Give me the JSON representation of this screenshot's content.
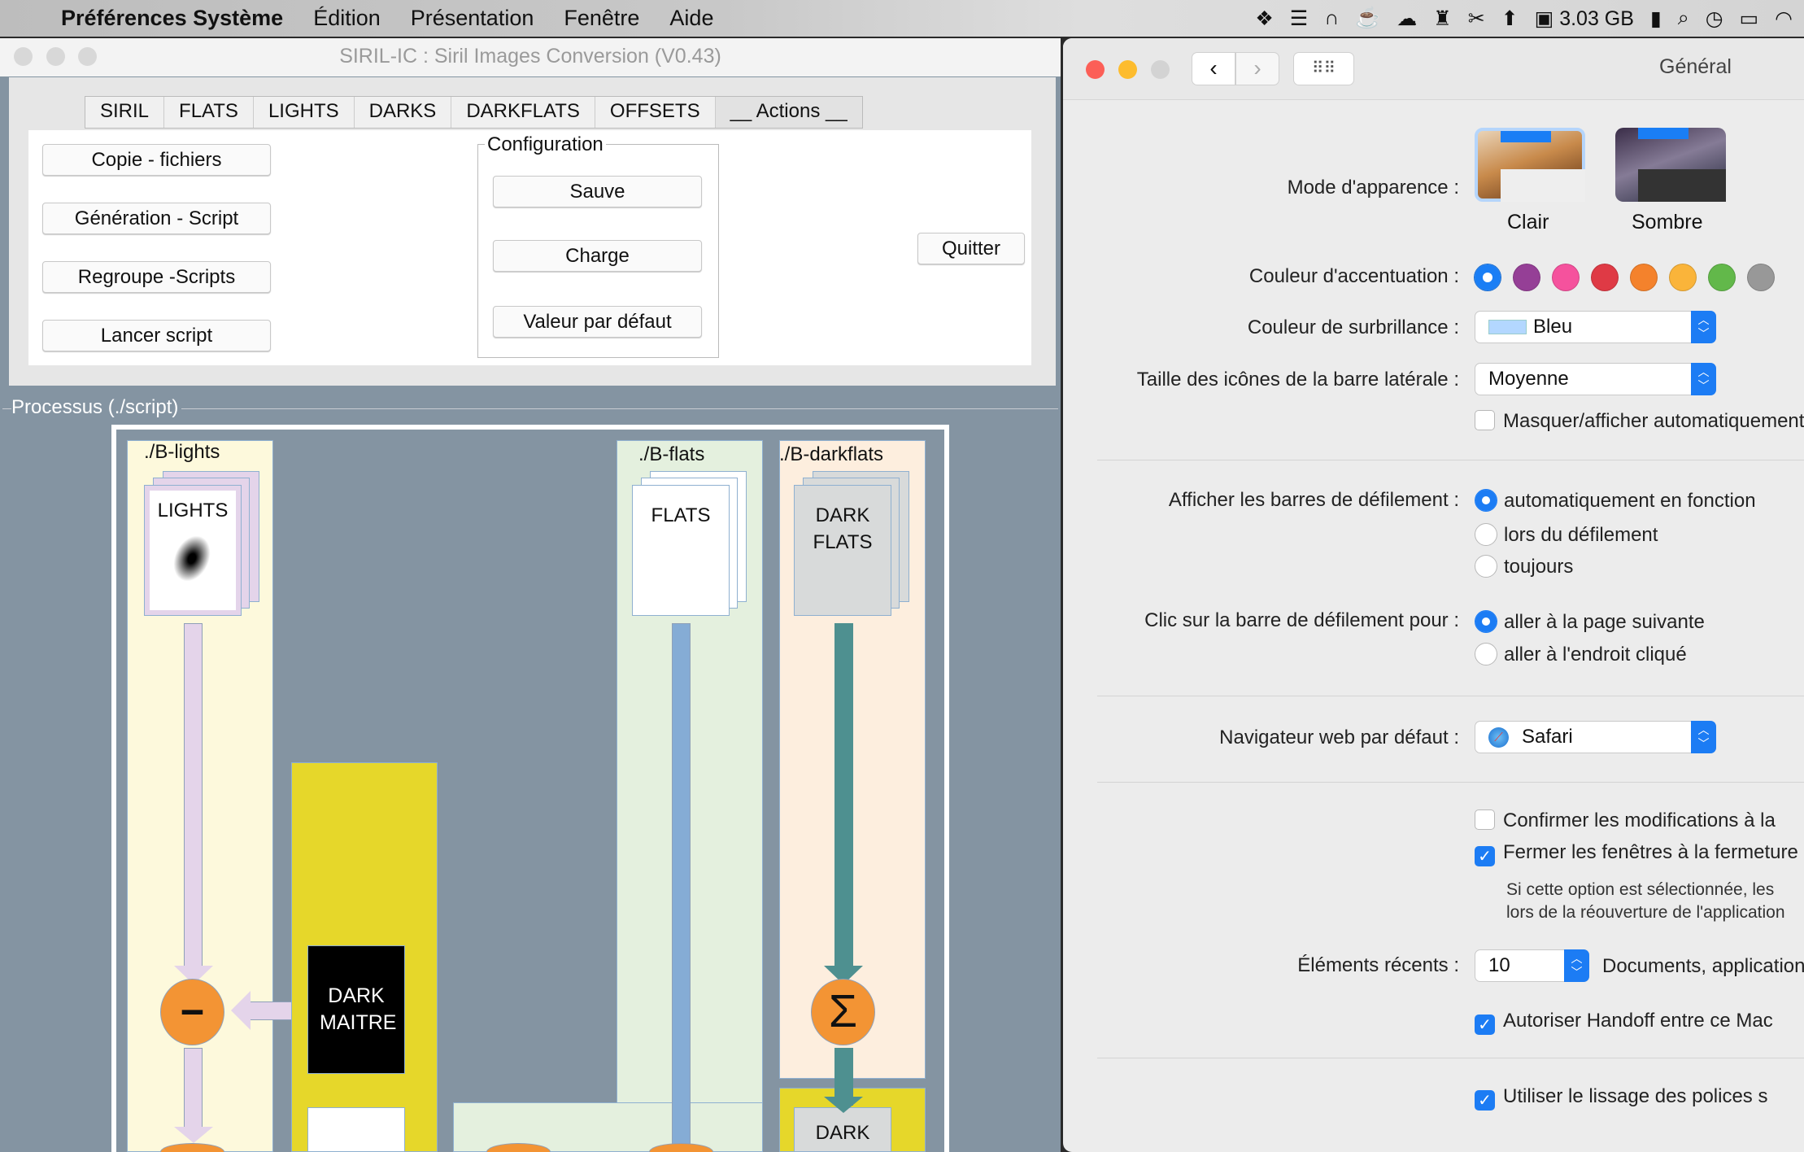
{
  "menubar": {
    "app": "Préférences Système",
    "items": [
      "Édition",
      "Présentation",
      "Fenêtre",
      "Aide"
    ],
    "memory": "3.03 GB"
  },
  "siril": {
    "title": "SIRIL-IC : Siril Images Conversion (V0.43)",
    "tabs": [
      "SIRIL",
      "FLATS",
      "LIGHTS",
      "DARKS",
      "DARKFLATS",
      "OFFSETS",
      "__ Actions __"
    ],
    "buttons": [
      "Copie - fichiers",
      "Génération - Script",
      "Regroupe -Scripts",
      "Lancer script"
    ],
    "config_label": "Configuration",
    "config_buttons": [
      "Sauve",
      "Charge",
      "Valeur par défaut"
    ],
    "quit": "Quitter",
    "process_label": "Processus (./script)",
    "diagram": {
      "lights_dir": "./B-lights",
      "lights": "LIGHTS",
      "flats_dir": "./B-flats",
      "flats": "FLATS",
      "darkflats_dir": "./B-darkflats",
      "darkflats": "DARK FLATS",
      "dark_master": "DARK MAITRE",
      "dark_bottom": "DARK",
      "minus": "−",
      "sigma": "Σ"
    }
  },
  "prefs": {
    "title": "Général",
    "appearance_label": "Mode d'apparence :",
    "appearance": [
      {
        "label": "Clair",
        "selected": true
      },
      {
        "label": "Sombre",
        "selected": false
      }
    ],
    "accent_label": "Couleur d'accentuation :",
    "accent_colors": [
      "#1a7ef5",
      "#953f96",
      "#f5529d",
      "#df3a45",
      "#f4822c",
      "#fab43a",
      "#62b84a",
      "#989898"
    ],
    "highlight_label": "Couleur de surbrillance :",
    "highlight_value": "Bleu",
    "sidebar_label": "Taille des icônes de la barre latérale :",
    "sidebar_value": "Moyenne",
    "autohide": "Masquer/afficher automatiquement",
    "scroll_label": "Afficher les barres de défilement :",
    "scroll_options": [
      "automatiquement en fonction",
      "lors du défilement",
      "toujours"
    ],
    "click_label": "Clic sur la barre de défilement pour :",
    "click_options": [
      "aller à la page suivante",
      "aller à l'endroit cliqué"
    ],
    "browser_label": "Navigateur web par défaut :",
    "browser_value": "Safari",
    "confirm": "Confirmer les modifications à la",
    "close_windows": "Fermer les fenêtres à la fermeture",
    "close_note": [
      "Si cette option est sélectionnée, les",
      "lors de la réouverture de l'application"
    ],
    "recent_label": "Éléments récents :",
    "recent_value": "10",
    "recent_suffix": "Documents, applications",
    "handoff": "Autoriser Handoff entre ce Mac",
    "smoothing": "Utiliser le lissage des polices s"
  }
}
